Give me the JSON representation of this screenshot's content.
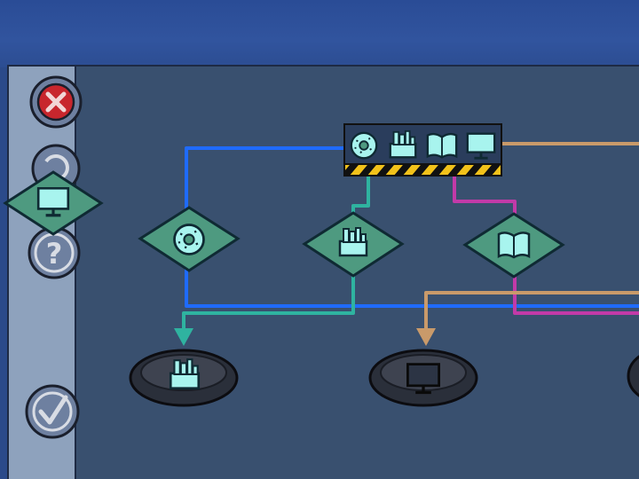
{
  "toolbar": {
    "buttons": [
      {
        "name": "close-button",
        "icon": "close-x-icon",
        "color": "#c8262d"
      },
      {
        "name": "undo-button",
        "icon": "undo-icon",
        "color": "#d8dce4"
      },
      {
        "name": "help-button",
        "icon": "question-mark-icon",
        "label": "?",
        "color": "#d8dce4"
      },
      {
        "name": "confirm-button",
        "icon": "checkmark-icon",
        "color": "#d8dce4"
      }
    ]
  },
  "source": {
    "items": [
      "donut-icon",
      "shelf-supplies-icon",
      "book-icon",
      "monitor-icon"
    ],
    "stripe_colors": [
      "#f2c21a",
      "#111111"
    ]
  },
  "sorters": [
    {
      "icon": "donut-icon"
    },
    {
      "icon": "shelf-supplies-icon"
    },
    {
      "icon": "book-icon"
    }
  ],
  "dragged_piece": {
    "icon": "monitor-icon"
  },
  "outputs": [
    {
      "icon": "shelf-supplies-icon",
      "state": "filled"
    },
    {
      "icon": "monitor-icon",
      "state": "empty"
    }
  ],
  "colors": {
    "panel_bg": "#39506f",
    "toolbar_bg": "#8ea2bd",
    "diamond_fill": "#4e9a80",
    "glow_icon": "#a8f4ee",
    "line_blue": "#1f6bff",
    "line_teal": "#2fb3a0",
    "line_magenta": "#c23aa8",
    "line_tan": "#c99a6a"
  }
}
